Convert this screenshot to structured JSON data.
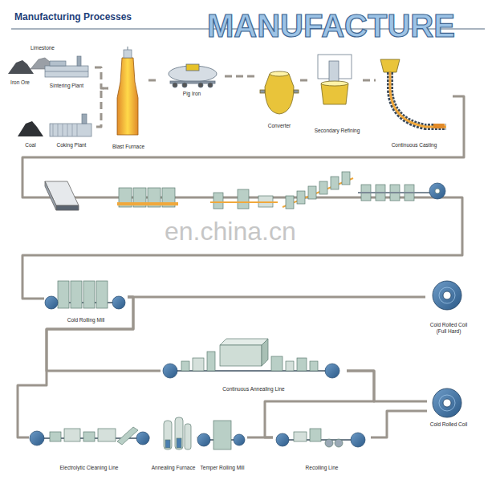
{
  "diagram": {
    "title": "Manufacturing Processes",
    "nodes": [
      {
        "text": [
          "Limestone"
        ]
      },
      {
        "text": [
          "Iron Ore"
        ]
      },
      {
        "text": [
          "Sintering Plant"
        ]
      },
      {
        "text": [
          "Coal"
        ]
      },
      {
        "text": [
          "Coking Plant"
        ]
      },
      {
        "text": [
          "Blast Furnace"
        ]
      },
      {
        "text": [
          "Pig Iron"
        ]
      },
      {
        "text": [
          "Converter"
        ]
      },
      {
        "text": [
          "Secondary Refining"
        ]
      },
      {
        "text": [
          "Continuous Casting"
        ]
      },
      {
        "text": [
          "Cold Rolling Mill"
        ]
      },
      {
        "text": [
          "Cold Rolled Coil (Full Hard)"
        ]
      },
      {
        "text": [
          "Continuous Annealing Line"
        ]
      },
      {
        "text": [
          "Cold Rolled Coil"
        ]
      },
      {
        "text": [
          "Electrolytic Cleaning Line"
        ]
      },
      {
        "text": [
          "Annealing Furnace"
        ]
      },
      {
        "text": [
          "Temper Rolling Mill"
        ]
      },
      {
        "text": [
          "Recoiling Line"
        ]
      }
    ],
    "edges": [
      {
        "from": 2,
        "to": 5,
        "arrow": "none"
      },
      {
        "from": 4,
        "to": 5,
        "arrow": "none"
      },
      {
        "from": 5,
        "to": 6,
        "arrow": "none"
      },
      {
        "from": 6,
        "to": 7,
        "arrow": "none"
      },
      {
        "from": 7,
        "to": 8,
        "arrow": "none"
      },
      {
        "from": 8,
        "to": 9,
        "arrow": "none"
      },
      {
        "from": 9,
        "to": 10,
        "arrow": "none"
      },
      {
        "from": 10,
        "to": 11,
        "arrow": "none"
      },
      {
        "from": 10,
        "to": 12,
        "arrow": "none"
      },
      {
        "from": 10,
        "to": 14,
        "arrow": "none"
      },
      {
        "from": 12,
        "to": 13,
        "arrow": "none"
      },
      {
        "from": 12,
        "to": 17,
        "arrow": "none"
      },
      {
        "from": 14,
        "to": 15,
        "arrow": "none"
      },
      {
        "from": 15,
        "to": 16,
        "arrow": "none"
      },
      {
        "from": 16,
        "to": 17,
        "arrow": "none"
      },
      {
        "from": 17,
        "to": 13,
        "arrow": "none"
      }
    ],
    "labels": [
      "MANUFACTURE",
      "en.china.cn"
    ]
  }
}
